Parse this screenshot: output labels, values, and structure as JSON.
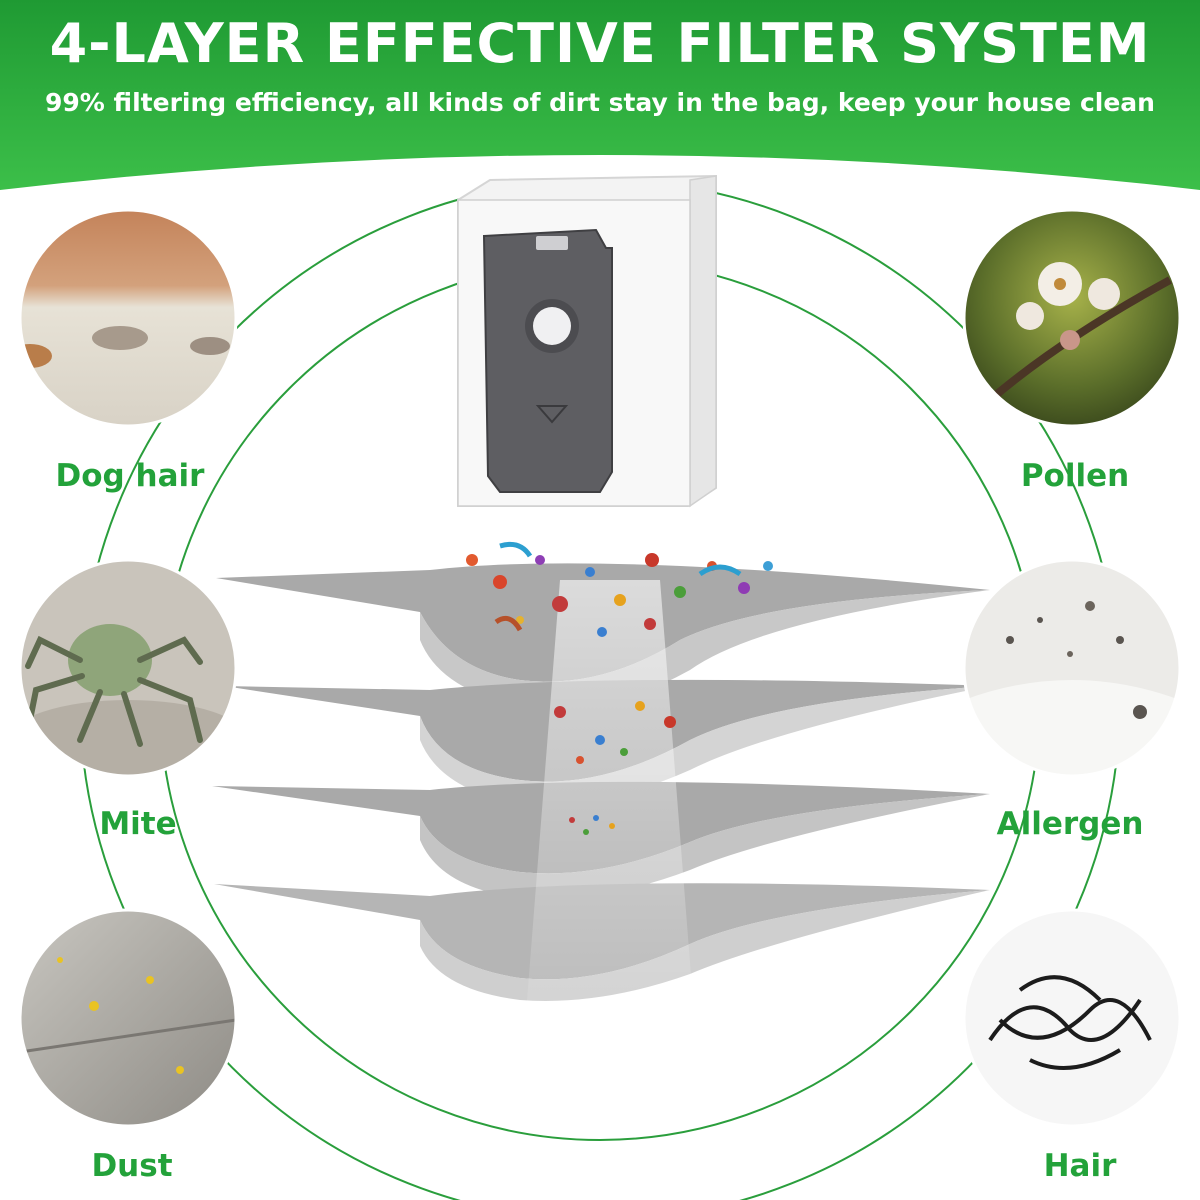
{
  "header": {
    "title": "4-LAYER EFFECTIVE FILTER SYSTEM",
    "subtitle": "99% filtering efficiency, all kinds of dirt stay in the bag, keep your house clean"
  },
  "labels": {
    "dog_hair": "Dog hair",
    "mite": "Mite",
    "dust": "Dust",
    "pollen": "Pollen",
    "allergen": "Allergen",
    "hair": "Hair"
  },
  "colors": {
    "brand_green": "#23a23a",
    "banner_green": "#2fae3f",
    "bag_plate": "#5e5e62",
    "filter_layer": "#a9a9a9"
  }
}
